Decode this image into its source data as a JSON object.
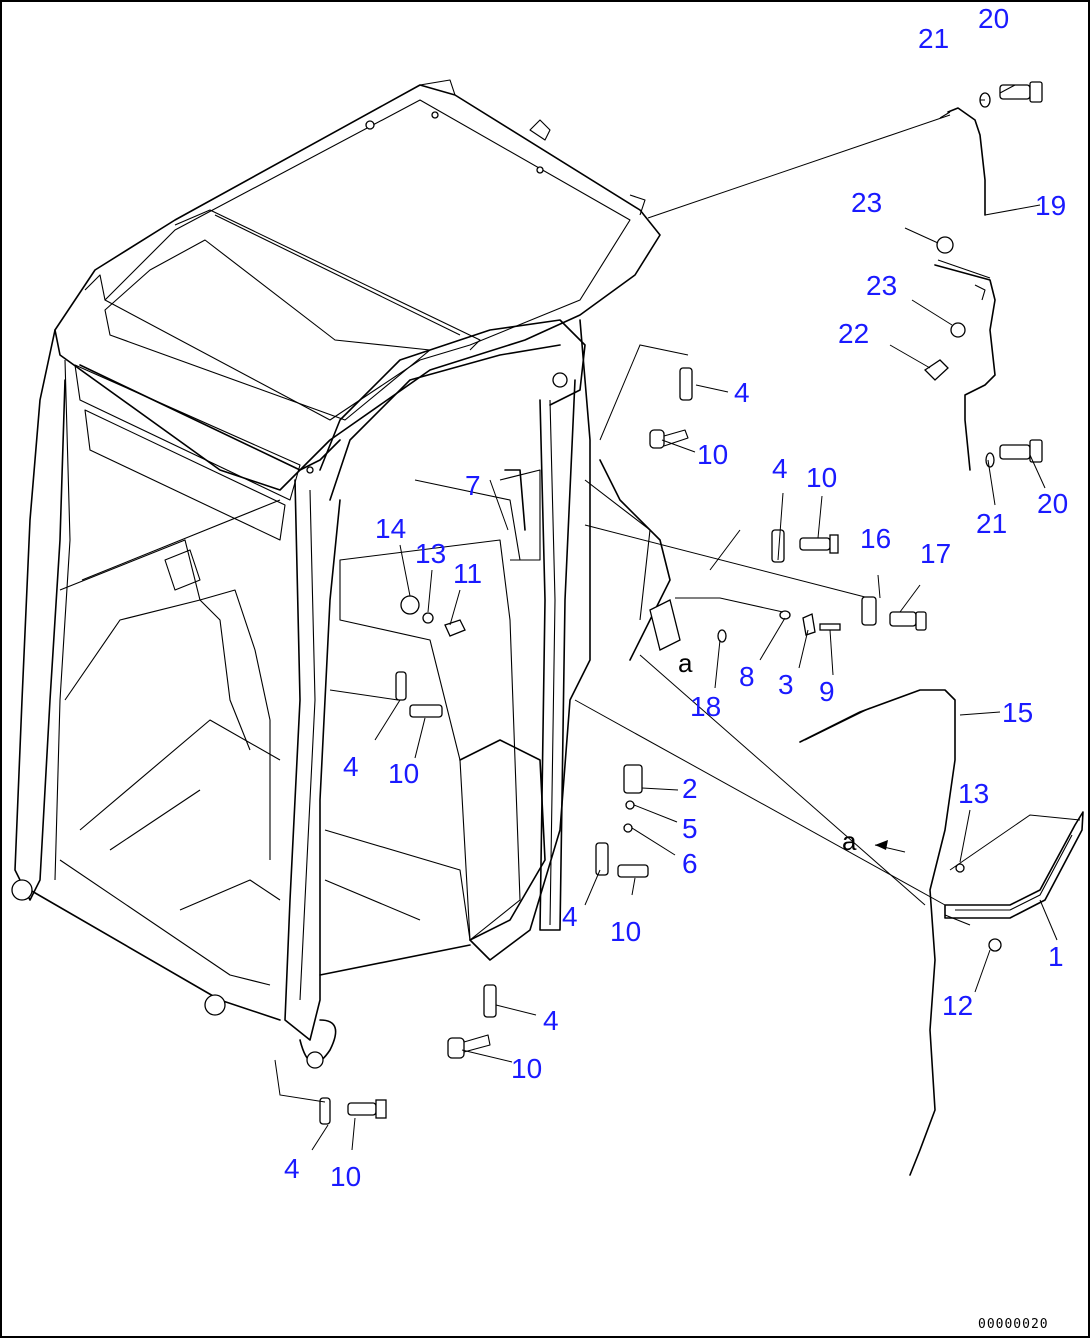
{
  "drawing": {
    "callouts": [
      {
        "id": "c20a",
        "text": "20"
      },
      {
        "id": "c21a",
        "text": "21"
      },
      {
        "id": "c19",
        "text": "19"
      },
      {
        "id": "c23a",
        "text": "23"
      },
      {
        "id": "c23b",
        "text": "23"
      },
      {
        "id": "c22",
        "text": "22"
      },
      {
        "id": "c4a",
        "text": "4"
      },
      {
        "id": "c10a",
        "text": "10"
      },
      {
        "id": "c4b",
        "text": "4"
      },
      {
        "id": "c10b",
        "text": "10"
      },
      {
        "id": "c21b",
        "text": "21"
      },
      {
        "id": "c20b",
        "text": "20"
      },
      {
        "id": "c7",
        "text": "7"
      },
      {
        "id": "c16",
        "text": "16"
      },
      {
        "id": "c17",
        "text": "17"
      },
      {
        "id": "c14",
        "text": "14"
      },
      {
        "id": "c13a",
        "text": "13"
      },
      {
        "id": "c11",
        "text": "11"
      },
      {
        "id": "c8",
        "text": "8"
      },
      {
        "id": "c3",
        "text": "3"
      },
      {
        "id": "c9",
        "text": "9"
      },
      {
        "id": "c18",
        "text": "18"
      },
      {
        "id": "c15",
        "text": "15"
      },
      {
        "id": "c4c",
        "text": "4"
      },
      {
        "id": "c10c",
        "text": "10"
      },
      {
        "id": "c2",
        "text": "2"
      },
      {
        "id": "c5",
        "text": "5"
      },
      {
        "id": "c6",
        "text": "6"
      },
      {
        "id": "c13b",
        "text": "13"
      },
      {
        "id": "c4d",
        "text": "4"
      },
      {
        "id": "c10d",
        "text": "10"
      },
      {
        "id": "c1",
        "text": "1"
      },
      {
        "id": "c12",
        "text": "12"
      },
      {
        "id": "c4e",
        "text": "4"
      },
      {
        "id": "c10e",
        "text": "10"
      },
      {
        "id": "c4f",
        "text": "4"
      },
      {
        "id": "c10f",
        "text": "10"
      }
    ],
    "view_refs": [
      {
        "id": "ra1",
        "text": "a"
      },
      {
        "id": "ra2",
        "text": "a"
      }
    ],
    "doc_number": "00000020",
    "callout_color": "#1a1aff",
    "line_color": "#000000"
  }
}
